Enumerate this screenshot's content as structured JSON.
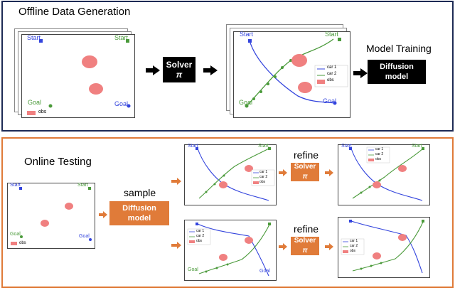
{
  "top": {
    "title": "Offline Data Generation",
    "solver_label": "Solver",
    "solver_symbol": "π",
    "model_training_label": "Model Training",
    "diffusion_label_1": "Diffusion",
    "diffusion_label_2": "model"
  },
  "bottom": {
    "title": "Online Testing",
    "sample_label": "sample",
    "diffusion_label_1": "Diffusion",
    "diffusion_label_2": "model",
    "refine_label": "refine",
    "solver_label": "Solver",
    "solver_symbol": "π"
  },
  "plot": {
    "start": "Start",
    "goal": "Goal",
    "obs": "obs",
    "car1": "car 1",
    "car2": "car 2"
  },
  "colors": {
    "black_box": "#000000",
    "orange_box": "#e07b39",
    "top_border": "#1d2a55",
    "bottom_border": "#e07b39",
    "car1": "#3344dd",
    "car2": "#4a9a3a",
    "obs": "#f08080"
  }
}
